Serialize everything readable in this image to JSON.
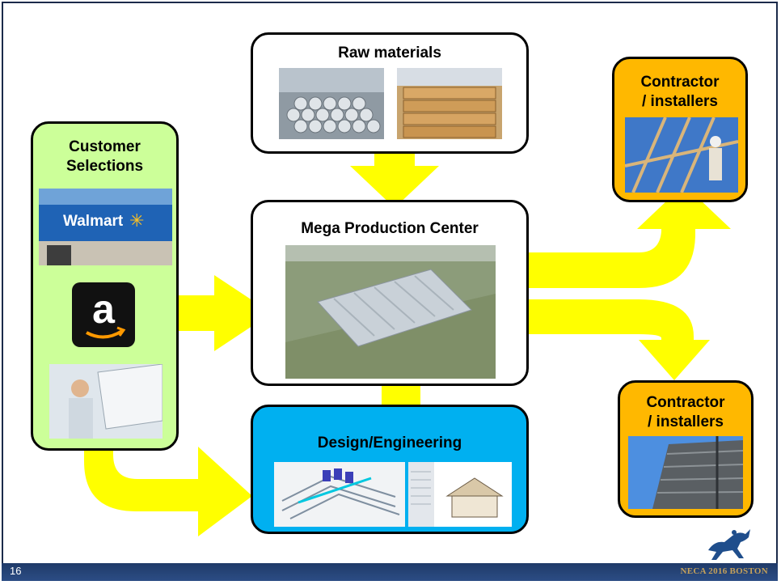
{
  "diagram": {
    "raw_materials": {
      "title": "Raw materials"
    },
    "customer": {
      "title_line1": "Customer",
      "title_line2": "Selections",
      "walmart_sign": "Walmart",
      "amazon_glyph": "a"
    },
    "center": {
      "title": "Mega Production Center"
    },
    "design": {
      "title": "Design/Engineering"
    },
    "contractor_top": {
      "title_line1": "Contractor",
      "title_line2": "/ installers"
    },
    "contractor_bottom": {
      "title_line1": "Contractor",
      "title_line2": "/ installers"
    }
  },
  "footer": {
    "page_number": "16",
    "brand": "NECA 2016 BOSTON"
  },
  "colors": {
    "customer_fill": "#ccff99",
    "design_fill": "#00b0f0",
    "contractor_fill": "#ffb800",
    "arrow_fill": "#ffff00",
    "footer_bar": "#1f3a68"
  }
}
